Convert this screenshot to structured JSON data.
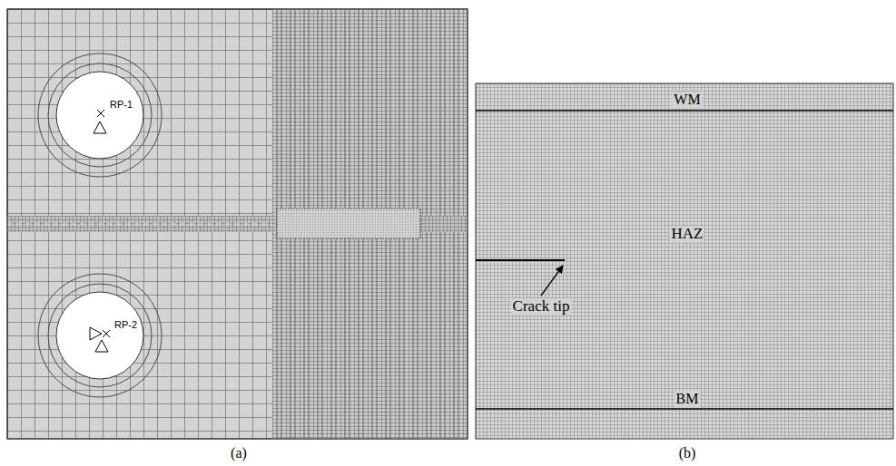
{
  "diagram": {
    "labels": [
      "RP-1",
      "RP-2",
      "WM",
      "HAZ",
      "Crack tip",
      "BM",
      "(a)",
      "(b)"
    ]
  }
}
